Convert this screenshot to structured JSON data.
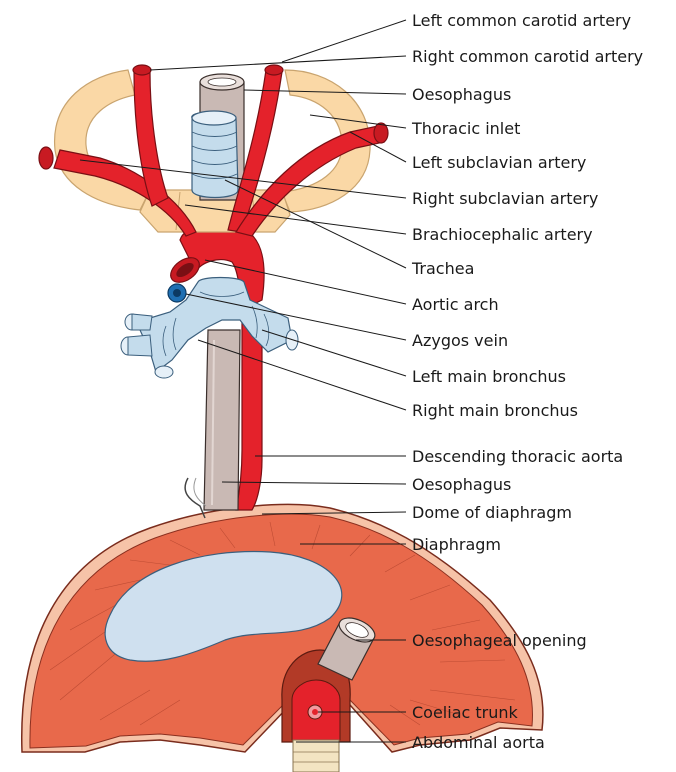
{
  "labels": [
    "Left common carotid artery",
    "Right common carotid artery",
    "Oesophagus",
    "Thoracic inlet",
    "Left subclavian artery",
    "Right subclavian artery",
    "Brachiocephalic artery",
    "Trachea",
    "Aortic arch",
    "Azygos vein",
    "Left main bronchus",
    "Right main bronchus",
    "Descending thoracic aorta",
    "Oesophagus",
    "Dome of diaphragm",
    "Diaphragm",
    "Oesophageal opening",
    "Coeliac trunk",
    "Abdominal aorta"
  ],
  "colors": {
    "artery": "#e4222b",
    "artery_dark": "#9b1016",
    "bone": "#fad8a6",
    "bone_stroke": "#c9a46f",
    "oesophagus": "#c9b9b4",
    "trachea": "#c4dcec",
    "azygos": "#1f6fb2",
    "diaphragm": "#e8694b",
    "diaphragm_rim": "#f6c3a8",
    "central_tendon": "#cfe0ef"
  }
}
